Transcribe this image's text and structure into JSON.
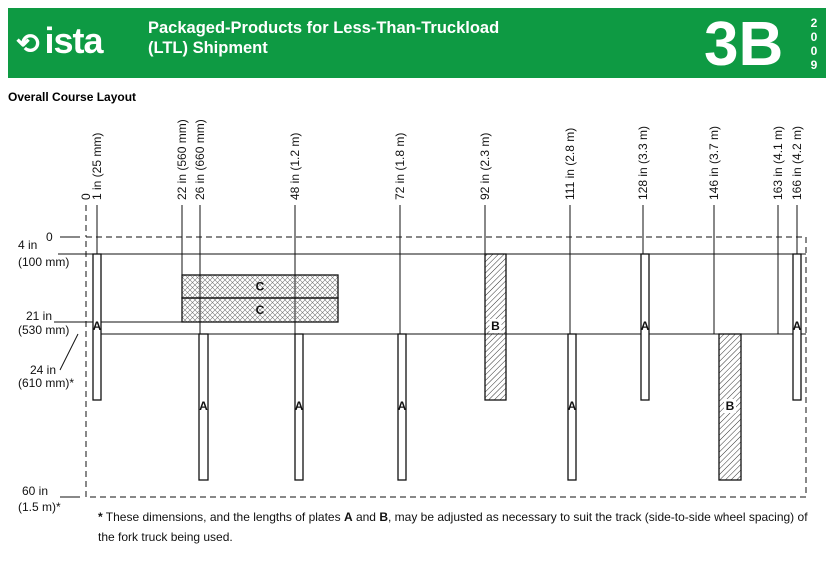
{
  "header": {
    "logo": "ista",
    "title_line1": "Packaged-Products for Less-Than-Truckload",
    "title_line2": "(LTL) Shipment",
    "code": "3B",
    "year": [
      "2",
      "0",
      "0",
      "9"
    ],
    "brand_color": "#0e9a43"
  },
  "section_title": "Overall Course Layout",
  "diagram": {
    "x_labels": [
      "0",
      "1 in (25 mm)",
      "22 in (560 mm)",
      "26 in (660 mm)",
      "48 in (1.2 m)",
      "72 in (1.8 m)",
      "92 in (2.3 m)",
      "111 in (2.8 m)",
      "128 in (3.3 m)",
      "146 in (3.7 m)",
      "163 in (4.1 m)",
      "166 in (4.2 m)"
    ],
    "y_labels": [
      [
        "0"
      ],
      [
        "4 in",
        "(100 mm)"
      ],
      [
        "21 in",
        "(530 mm)"
      ],
      [
        "24 in",
        "(610 mm)*"
      ],
      [
        "60 in",
        "(1.5 m)*"
      ]
    ],
    "plate_labels": {
      "a": "A",
      "b": "B",
      "c": "C"
    }
  },
  "footnote": {
    "star": "*",
    "t1": " These dimensions, and the lengths of plates ",
    "a": "A",
    "t2": " and ",
    "b": "B",
    "t3": ", may be adjusted as necessary to suit the track (side-to-side wheel spacing) of the fork truck being used."
  }
}
